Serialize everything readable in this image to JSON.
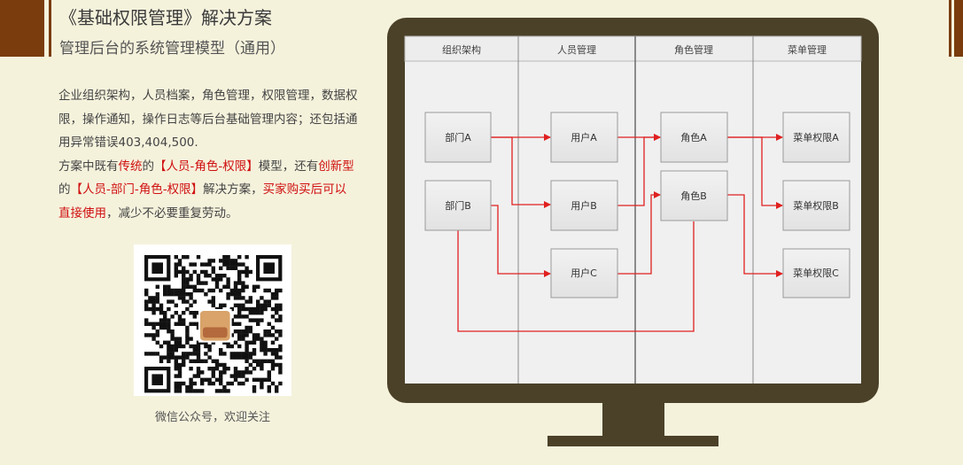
{
  "header": {
    "title": "《基础权限管理》解决方案",
    "subtitle": "管理后台的系统管理模型（通用）"
  },
  "description": {
    "p1": "企业组织架构，人员档案，角色管理，权限管理，数据权限，操作通知，操作日志等后台基础管理内容；还包括通用异常错误403,404,500.",
    "p2_a": "方案中既有",
    "p2_b": "传统",
    "p2_c": "的",
    "p2_d": "【人员-角色-权限】",
    "p2_e": "模型，还有",
    "p2_f": "创新型",
    "p2_g": "的",
    "p2_h": "【人员-部门-角色-权限】",
    "p2_i": "解决方案，",
    "p2_j": "买家购买后可以直接使用",
    "p2_k": "，减少不必要重复劳动。"
  },
  "qr": {
    "caption": "微信公众号，欢迎关注"
  },
  "diagram": {
    "columns": [
      "组织架构",
      "人员管理",
      "角色管理",
      "菜单管理"
    ],
    "departments": [
      "部门A",
      "部门B"
    ],
    "users": [
      "用户A",
      "用户B",
      "用户C"
    ],
    "roles": [
      "角色A",
      "角色B"
    ],
    "menus": [
      "菜单权限A",
      "菜单权限B",
      "菜单权限C"
    ]
  },
  "colors": {
    "accent_brown": "#7a3c0c",
    "monitor_frame": "#4b4129",
    "arrow_red": "#e02020",
    "background": "#f5f2dc"
  }
}
